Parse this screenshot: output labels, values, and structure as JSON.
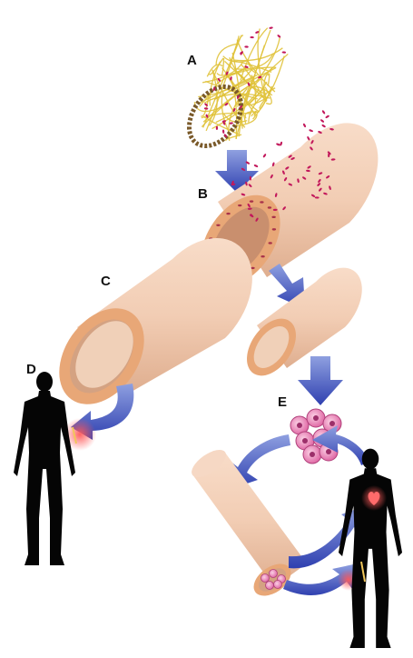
{
  "labels": {
    "a": "A",
    "b": "B",
    "c": "C",
    "d": "D",
    "e": "E"
  },
  "colors": {
    "tube_fill": "#f2cdb4",
    "tube_rim": "#e8a777",
    "tube_inner": "#d9a888",
    "scaffold_fiber": "#e0c23a",
    "cell_marker": "#c2185b",
    "arrow_blue": "#3f51b5",
    "silhouette": "#050505",
    "glow_red": "#e53935",
    "cell_cluster": "#f06292"
  },
  "icons": {
    "scaffold": "fiber-scaffold-icon",
    "human": "human-silhouette-icon",
    "cells": "cell-cluster-icon"
  }
}
